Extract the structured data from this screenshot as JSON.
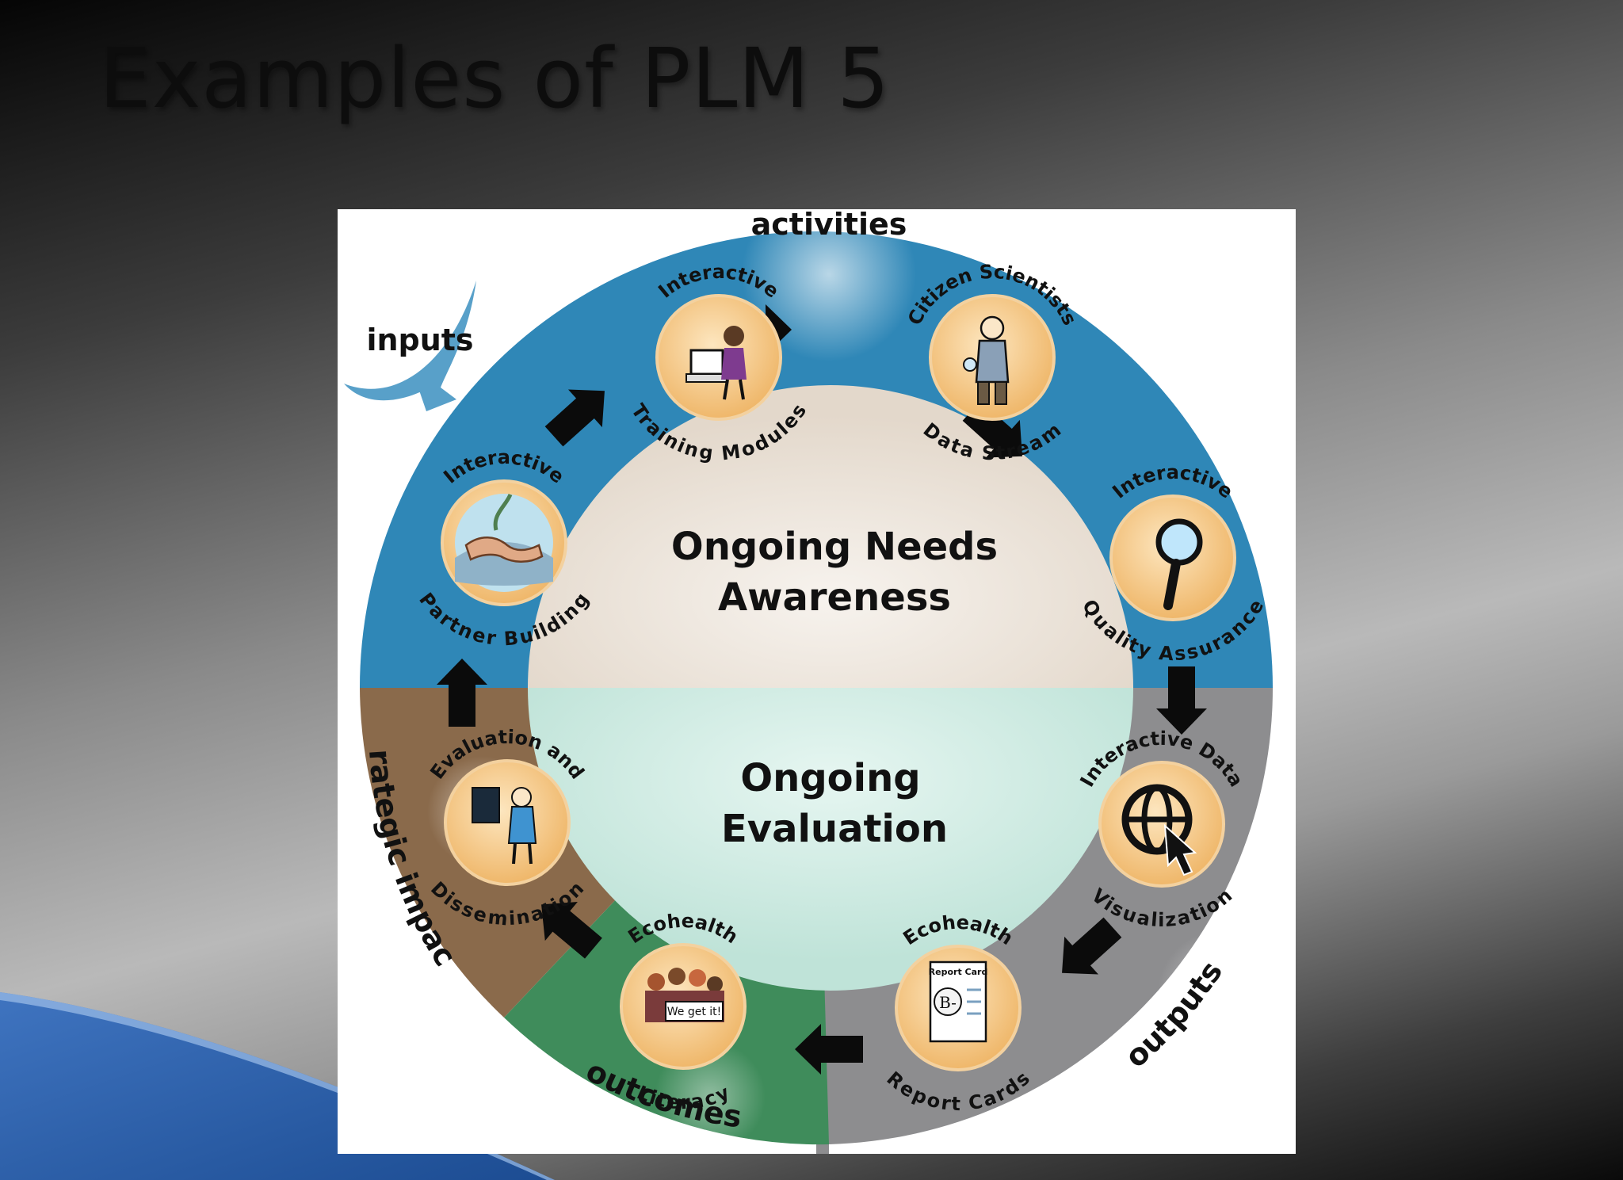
{
  "slide": {
    "title": "Examples of PLM 5"
  },
  "diagram": {
    "phases": {
      "activities": "activities",
      "inputs": "inputs",
      "outputs": "outputs",
      "outcomes": "outcomes",
      "strategic_impacts": "strategic impacts"
    },
    "center": {
      "top_line1": "Ongoing Needs",
      "top_line2": "Awareness",
      "bottom_line1": "Ongoing",
      "bottom_line2": "Evaluation"
    },
    "nodes": [
      {
        "top": "Interactive",
        "bottom": "Training Modules",
        "icon": "computer-training-icon"
      },
      {
        "top": "Citizen Scientists",
        "bottom": "Data Stream",
        "icon": "scientist-icon"
      },
      {
        "top": "Interactive",
        "bottom": "Quality Assurance",
        "icon": "magnifier-icon"
      },
      {
        "top": "Interactive Data",
        "bottom": "Visualization",
        "icon": "globe-cursor-icon"
      },
      {
        "top": "Ecohealth",
        "bottom": "Report Cards",
        "icon": "report-card-icon",
        "card_title": "Report Card",
        "grade": "B-"
      },
      {
        "top": "Ecohealth",
        "bottom": "Literacy",
        "icon": "group-sign-icon",
        "sign": "We get it!"
      },
      {
        "top": "Evaluation and",
        "bottom": "Dissemination",
        "icon": "presenter-icon"
      },
      {
        "top": "Interactive",
        "bottom": "Partner Building",
        "icon": "handshake-icon"
      }
    ],
    "colors": {
      "blue_ring": "#2f87b7",
      "gray_ring": "#8d8d8f",
      "green_ring": "#3f8c5b",
      "brown_ring": "#8a6a4b",
      "center_top": "#e6ddd1",
      "center_bottom": "#c4e6dc",
      "center_top_text": "#7a5f3e",
      "center_bottom_text": "#247a4c",
      "node_fill": "#f6c98a"
    }
  }
}
